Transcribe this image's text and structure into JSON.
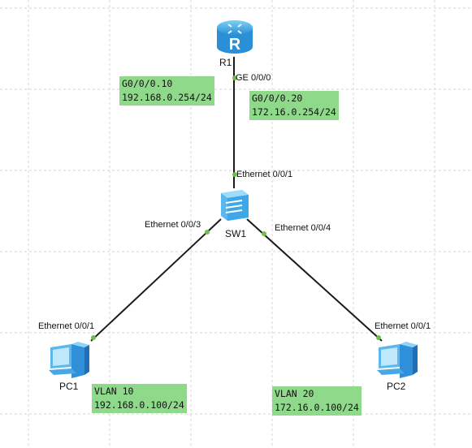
{
  "devices": {
    "r1": {
      "name": "R1",
      "icon": "router-icon"
    },
    "sw1": {
      "name": "SW1",
      "icon": "switch-icon"
    },
    "pc1": {
      "name": "PC1",
      "icon": "pc-icon"
    },
    "pc2": {
      "name": "PC2",
      "icon": "pc-icon"
    }
  },
  "ports": {
    "r1_ge": "GE 0/0/0",
    "sw1_up": "Ethernet 0/0/1",
    "sw1_left": "Ethernet 0/0/3",
    "sw1_right": "Ethernet 0/0/4",
    "pc1_eth": "Ethernet 0/0/1",
    "pc2_eth": "Ethernet 0/0/1"
  },
  "notes": {
    "sub10": {
      "line1": "G0/0/0.10",
      "line2": "192.168.0.254/24"
    },
    "sub20": {
      "line1": "G0/0/0.20",
      "line2": "172.16.0.254/24"
    },
    "pc1": {
      "line1": "VLAN 10",
      "line2": "192.168.0.100/24"
    },
    "pc2": {
      "line1": "VLAN 20",
      "line2": "172.16.0.100/24"
    }
  },
  "colors": {
    "note_bg": "#8fd98a",
    "port_dot": "#6cc04a",
    "link": "#1a1a1a",
    "device_blue": "#3fa7e8"
  }
}
